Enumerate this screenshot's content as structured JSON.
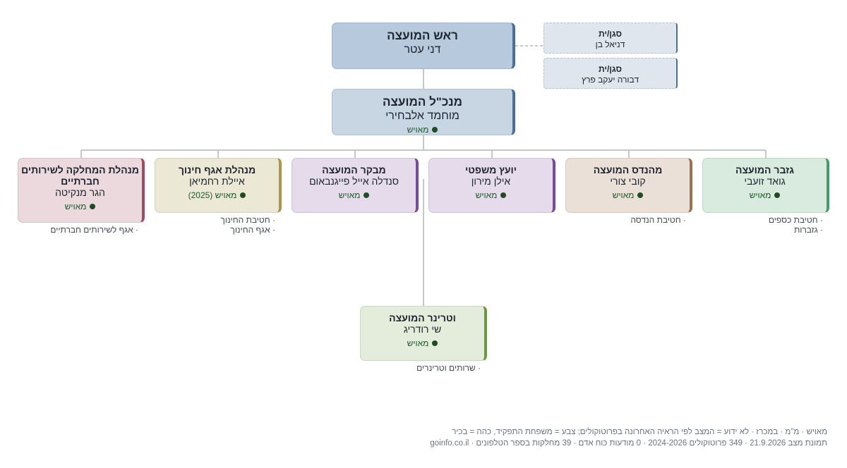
{
  "nodes": {
    "head": {
      "title": "ראש המועצה",
      "person": "דני עטר"
    },
    "ceo": {
      "title": "מנכ\"ל המועצה",
      "person": "מוחמד אלבחירי",
      "status": "מאויש"
    },
    "treasurer": {
      "title": "גזבר המועצה",
      "person": "גואד זועבי",
      "status": "מאויש",
      "departments": [
        "חטיבת כספים",
        "גזברות"
      ]
    },
    "engineer": {
      "title": "מהנדס המועצה",
      "person": "קובי צורי",
      "status": "מאויש",
      "departments": [
        "חטיבת הנדסה"
      ]
    },
    "legal": {
      "title": "יועץ משפטי",
      "person": "אילן מירון",
      "status": "מאויש"
    },
    "auditor": {
      "title": "מבקר המועצה",
      "person": "סנדלה אייל פייגנבאום",
      "status": "מאויש"
    },
    "education": {
      "title": "מנהלת אגף חינוך",
      "person": "איילת רחמיאן",
      "status": "מאויש (2025)",
      "departments": [
        "חטיבת החינוך",
        "אגף החינוך"
      ]
    },
    "social": {
      "title": "מנהלת המחלקה לשירותים חברתיים",
      "person": "הגר מנקיטה",
      "status": "מאויש",
      "departments": [
        "אגף לשירותים חברתיים"
      ]
    },
    "vet": {
      "title": "וטרינר המועצה",
      "person": "שי רודריג",
      "status": "מאויש",
      "departments": [
        "שרותים וטרינרים"
      ]
    }
  },
  "deputies": [
    {
      "title": "סגן/ית",
      "person": "דניאל בן"
    },
    {
      "title": "סגן/ית",
      "person": "דבורה יעקב פרץ"
    }
  ],
  "footer": {
    "line1": "מאויש · מ\"מ · במכרז · לא ידוע = המצב לפי הראיה האחרונה בפרוטוקולים; צבע = משפחת התפקיד, כהה = בכיר",
    "line2": "תמונת מצב 21.9.2026 · 349 פרוטוקולים 2024-2026 · 0 מודעות כוח אדם · 39 מחלקות בספר הטלפונים · goinfo.co.il"
  },
  "colors": {
    "head_bg": "#b7c9dc",
    "ceo_bg": "#c8d6e3",
    "accent_blue": "#4a6e9a",
    "treasurer_bg": "#d9ebdf",
    "treasurer_accent": "#4a9b6b",
    "engineer_bg": "#ebe0d8",
    "engineer_accent": "#9a7250",
    "legal_bg": "#e5dbeb",
    "legal_accent": "#7a4a9a",
    "auditor_bg": "#e5dbeb",
    "auditor_accent": "#7a4a9a",
    "education_bg": "#ece8d6",
    "education_accent": "#a89550",
    "social_bg": "#ecd9de",
    "social_accent": "#a04a64",
    "vet_bg": "#e4ecdb",
    "vet_accent": "#6a9a40",
    "status_dot": "#1e4d24"
  }
}
